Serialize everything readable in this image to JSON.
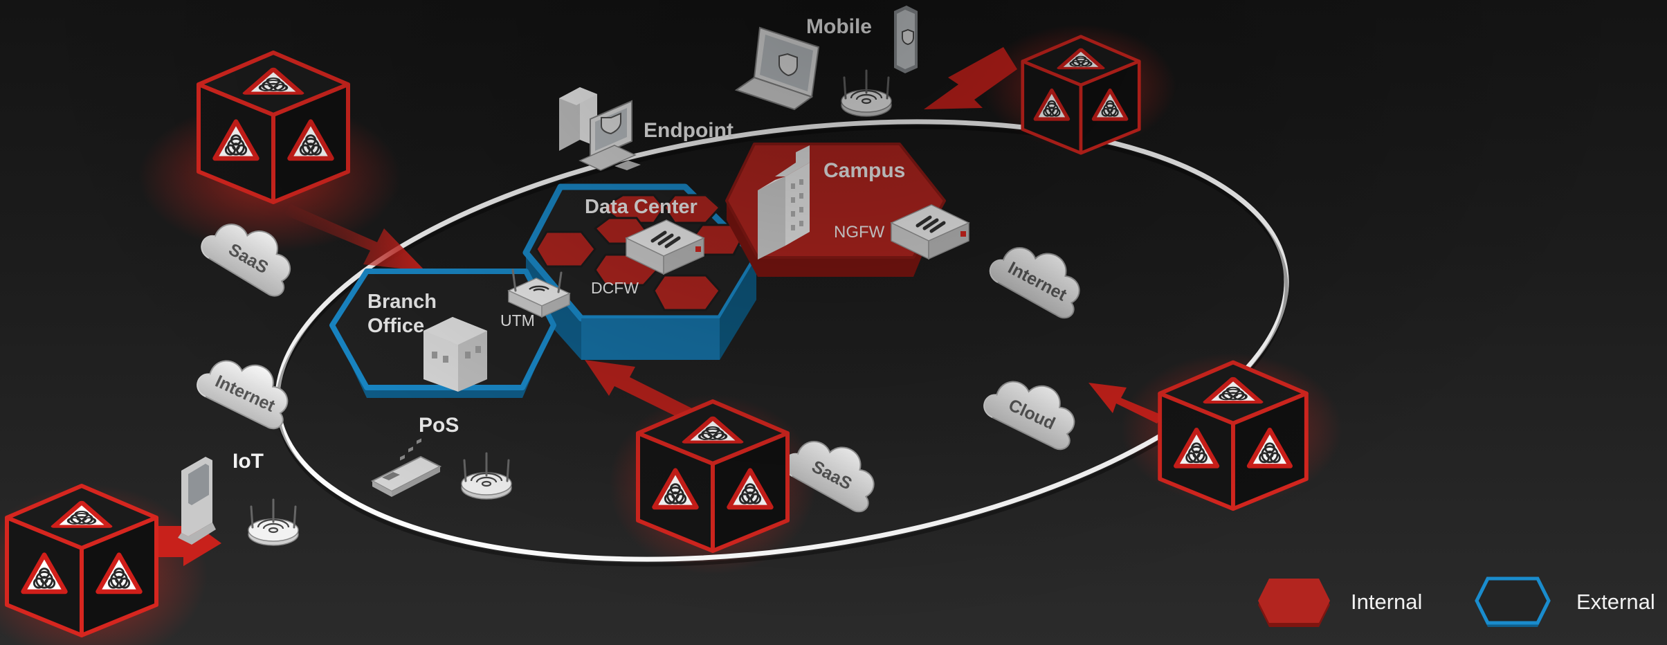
{
  "nodes": {
    "mobile": "Mobile",
    "endpoint": "Endpoint",
    "campus": "Campus",
    "data_center": "Data Center",
    "ngfw": "NGFW",
    "dcfw": "DCFW",
    "branch_office_line1": "Branch",
    "branch_office_line2": "Office",
    "utm": "UTM",
    "pos": "PoS",
    "iot": "IoT"
  },
  "clouds": {
    "saas_left": "SaaS",
    "internet_left": "Internet",
    "internet_right": "Internet",
    "cloud_right": "Cloud",
    "saas_bottom": "SaaS"
  },
  "legend": {
    "internal": "Internal",
    "external": "External"
  },
  "colors": {
    "internal_red": "#b3251f",
    "external_blue": "#1a8ccd",
    "threat_red": "#d6261f",
    "background": "#1e1e1e"
  },
  "icons": [
    "biohazard-warning-icon",
    "cloud-icon",
    "laptop-icon",
    "smartphone-icon",
    "wireless-access-point-icon",
    "desktop-computer-icon",
    "building-icon",
    "firewall-appliance-icon",
    "kiosk-icon",
    "pos-terminal-icon"
  ]
}
